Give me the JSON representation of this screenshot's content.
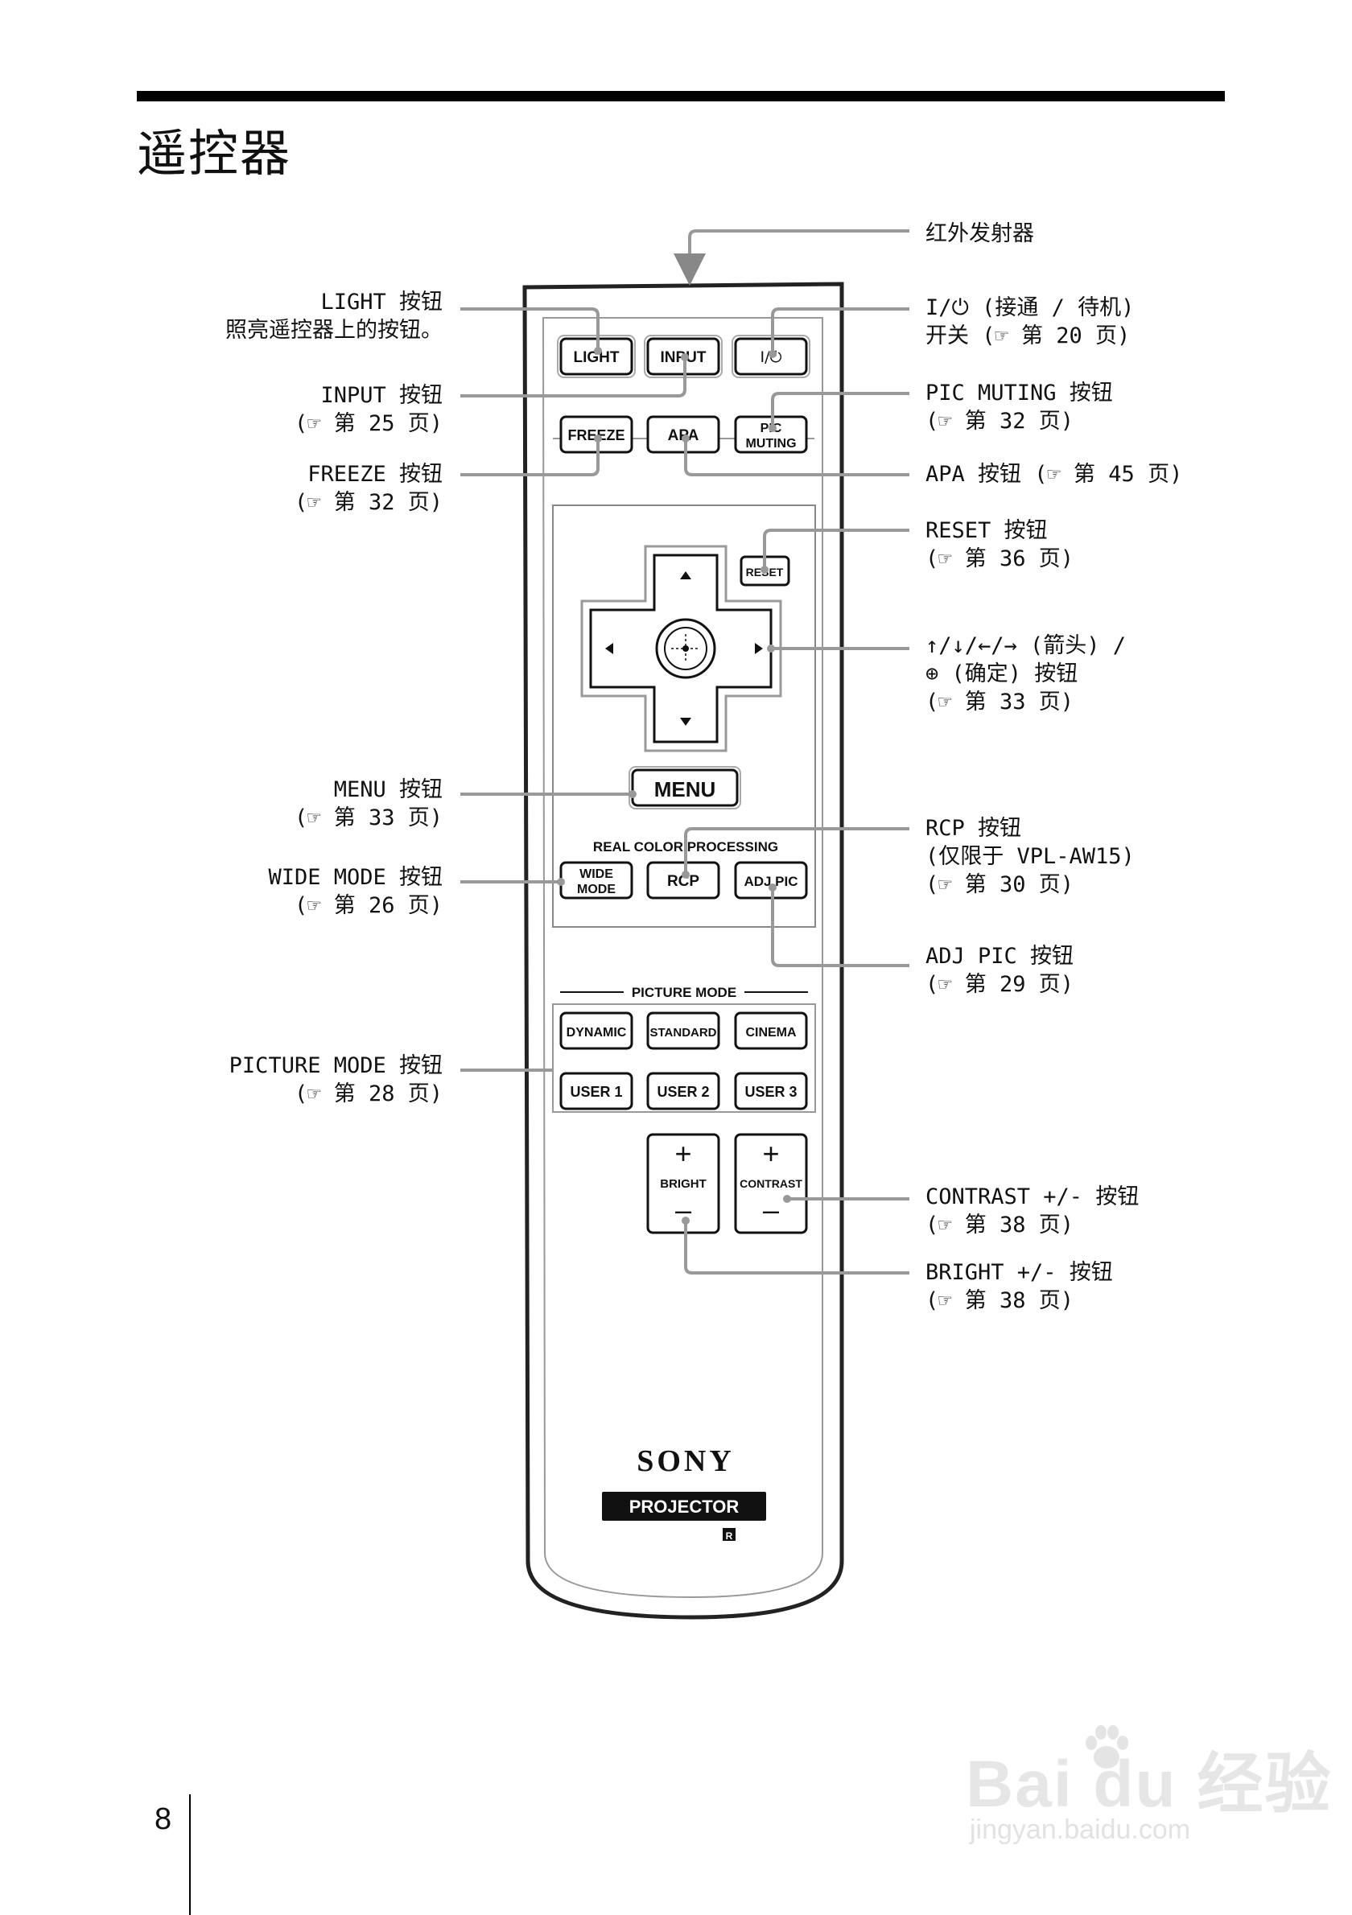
{
  "title": "遥控器",
  "page_number": "8",
  "watermark": {
    "brand": "Bai du 经验",
    "url": "jingyan.baidu.com"
  },
  "remote": {
    "buttons": {
      "light": "LIGHT",
      "input": "INPUT",
      "power": "I/⏻",
      "freeze": "FREEZE",
      "apa": "APA",
      "pic_muting_1": "PIC",
      "pic_muting_2": "MUTING",
      "reset": "RESET",
      "menu": "MENU",
      "rcp_header": "REAL COLOR PROCESSING",
      "wide_mode_1": "WIDE",
      "wide_mode_2": "MODE",
      "rcp": "RCP",
      "adj_pic": "ADJ PIC",
      "picture_mode_header": "PICTURE MODE",
      "dynamic": "DYNAMIC",
      "standard": "STANDARD",
      "cinema": "CINEMA",
      "user1": "USER 1",
      "user2": "USER 2",
      "user3": "USER 3",
      "bright": "BRIGHT",
      "contrast": "CONTRAST",
      "plus": "+",
      "minus": "–"
    },
    "brand": "SONY",
    "badge": "PROJECTOR",
    "ir_mark": "R"
  },
  "labels_left": {
    "light_1": "LIGHT 按钮",
    "light_2": "照亮遥控器上的按钮。",
    "input_1": "INPUT 按钮",
    "input_2": "(☞ 第 25 页)",
    "freeze_1": "FREEZE 按钮",
    "freeze_2": "(☞ 第 32 页)",
    "menu_1": "MENU 按钮",
    "menu_2": "(☞ 第 33 页)",
    "wide_1": "WIDE MODE 按钮",
    "wide_2": "(☞ 第 26 页)",
    "picture_1": "PICTURE MODE 按钮",
    "picture_2": "(☞ 第 28 页)"
  },
  "labels_right": {
    "ir": "红外发射器",
    "power_1": "I/⏻ (接通 / 待机)",
    "power_2": "开关 (☞ 第 20 页)",
    "pic_1": "PIC MUTING 按钮",
    "pic_2": "(☞ 第 32 页)",
    "apa": "APA 按钮 (☞ 第 45 页)",
    "reset_1": "RESET 按钮",
    "reset_2": "(☞ 第 36 页)",
    "arrows_1": "↑/↓/←/→ (箭头) /",
    "arrows_2": "⊕ (确定) 按钮",
    "arrows_3": "(☞ 第 33 页)",
    "rcp_1": "RCP 按钮",
    "rcp_2": "(仅限于 VPL-AW15)",
    "rcp_3": "(☞ 第 30 页)",
    "adj_1": "ADJ PIC 按钮",
    "adj_2": "(☞ 第 29 页)",
    "contrast_1": "CONTRAST +/- 按钮",
    "contrast_2": "(☞ 第 38 页)",
    "bright_1": "BRIGHT +/- 按钮",
    "bright_2": "(☞ 第 38 页)"
  }
}
